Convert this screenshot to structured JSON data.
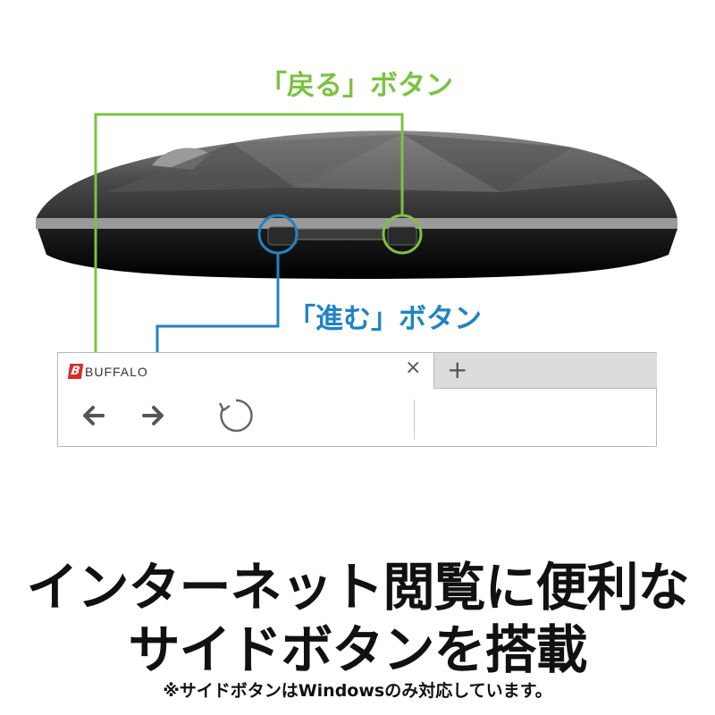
{
  "callouts": {
    "back_label": "「戻る」ボタン",
    "forward_label": "「進む」ボタン"
  },
  "browser": {
    "brand_logo_letter": "B",
    "brand_name": "BUFFALO",
    "tab_close_glyph": "×",
    "new_tab_glyph": "+",
    "back_icon": "arrow-left-icon",
    "forward_icon": "arrow-right-icon",
    "reload_icon": "reload-icon"
  },
  "headline": {
    "line1": "インターネット閲覧に便利な",
    "line2": "サイドボタンを搭載"
  },
  "footnote": "※サイドボタンはWindowsのみ対応しています。",
  "colors": {
    "back_accent": "#7cc242",
    "forward_accent": "#1f83c6",
    "brand_red": "#d92b2b"
  }
}
